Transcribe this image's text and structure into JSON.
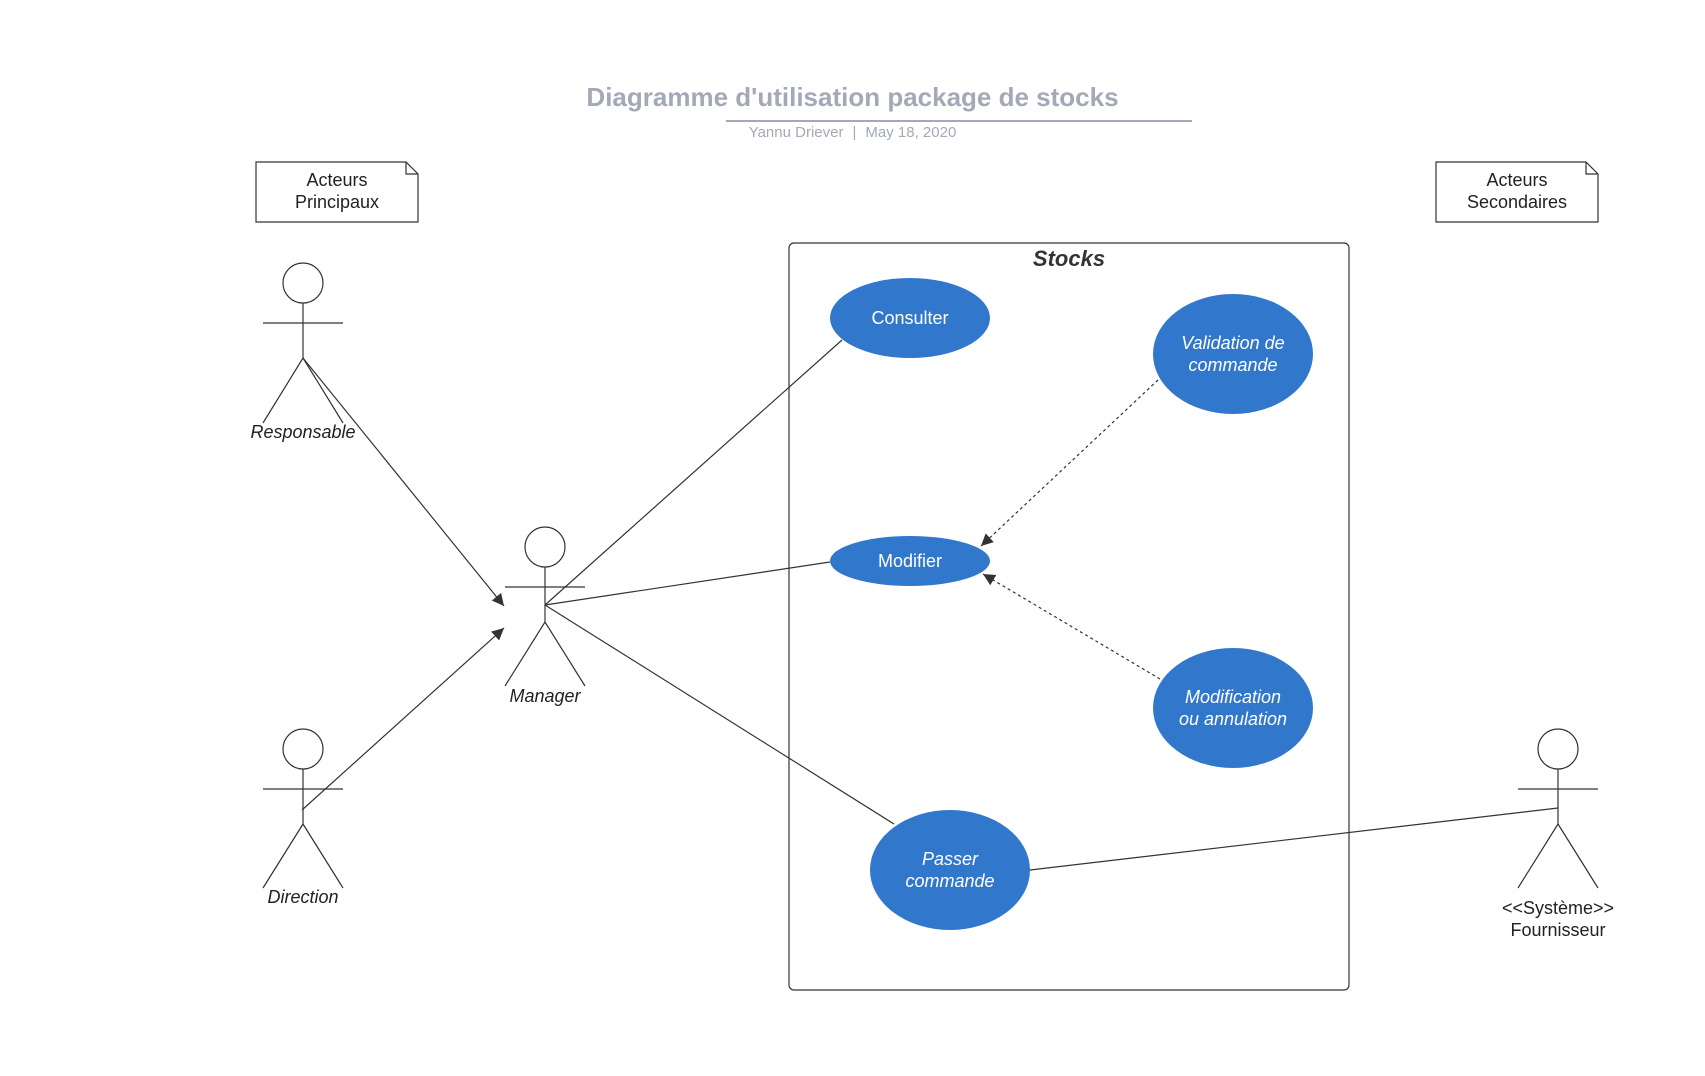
{
  "diagram": {
    "title": "Diagramme d'utilisation package de stocks",
    "author": "Yannu Driever",
    "separator": "|",
    "date": "May 18, 2020",
    "system_boundary": "Stocks"
  },
  "notes": {
    "primary": [
      "Acteurs",
      "Principaux"
    ],
    "secondary": [
      "Acteurs",
      "Secondaires"
    ]
  },
  "actors": {
    "responsable": "Responsable",
    "manager": "Manager",
    "direction": "Direction",
    "fournisseur": [
      "<<Système>>",
      "Fournisseur"
    ]
  },
  "use_cases": {
    "consulter": [
      "Consulter"
    ],
    "modifier": [
      "Modifier"
    ],
    "validation": [
      "Validation de",
      "commande"
    ],
    "modification": [
      "Modification",
      "ou annulation"
    ],
    "passer": [
      "Passer",
      "commande"
    ]
  },
  "colors": {
    "use_case_fill": "#3177cc",
    "line": "#333333",
    "title": "#a3a9b6"
  }
}
